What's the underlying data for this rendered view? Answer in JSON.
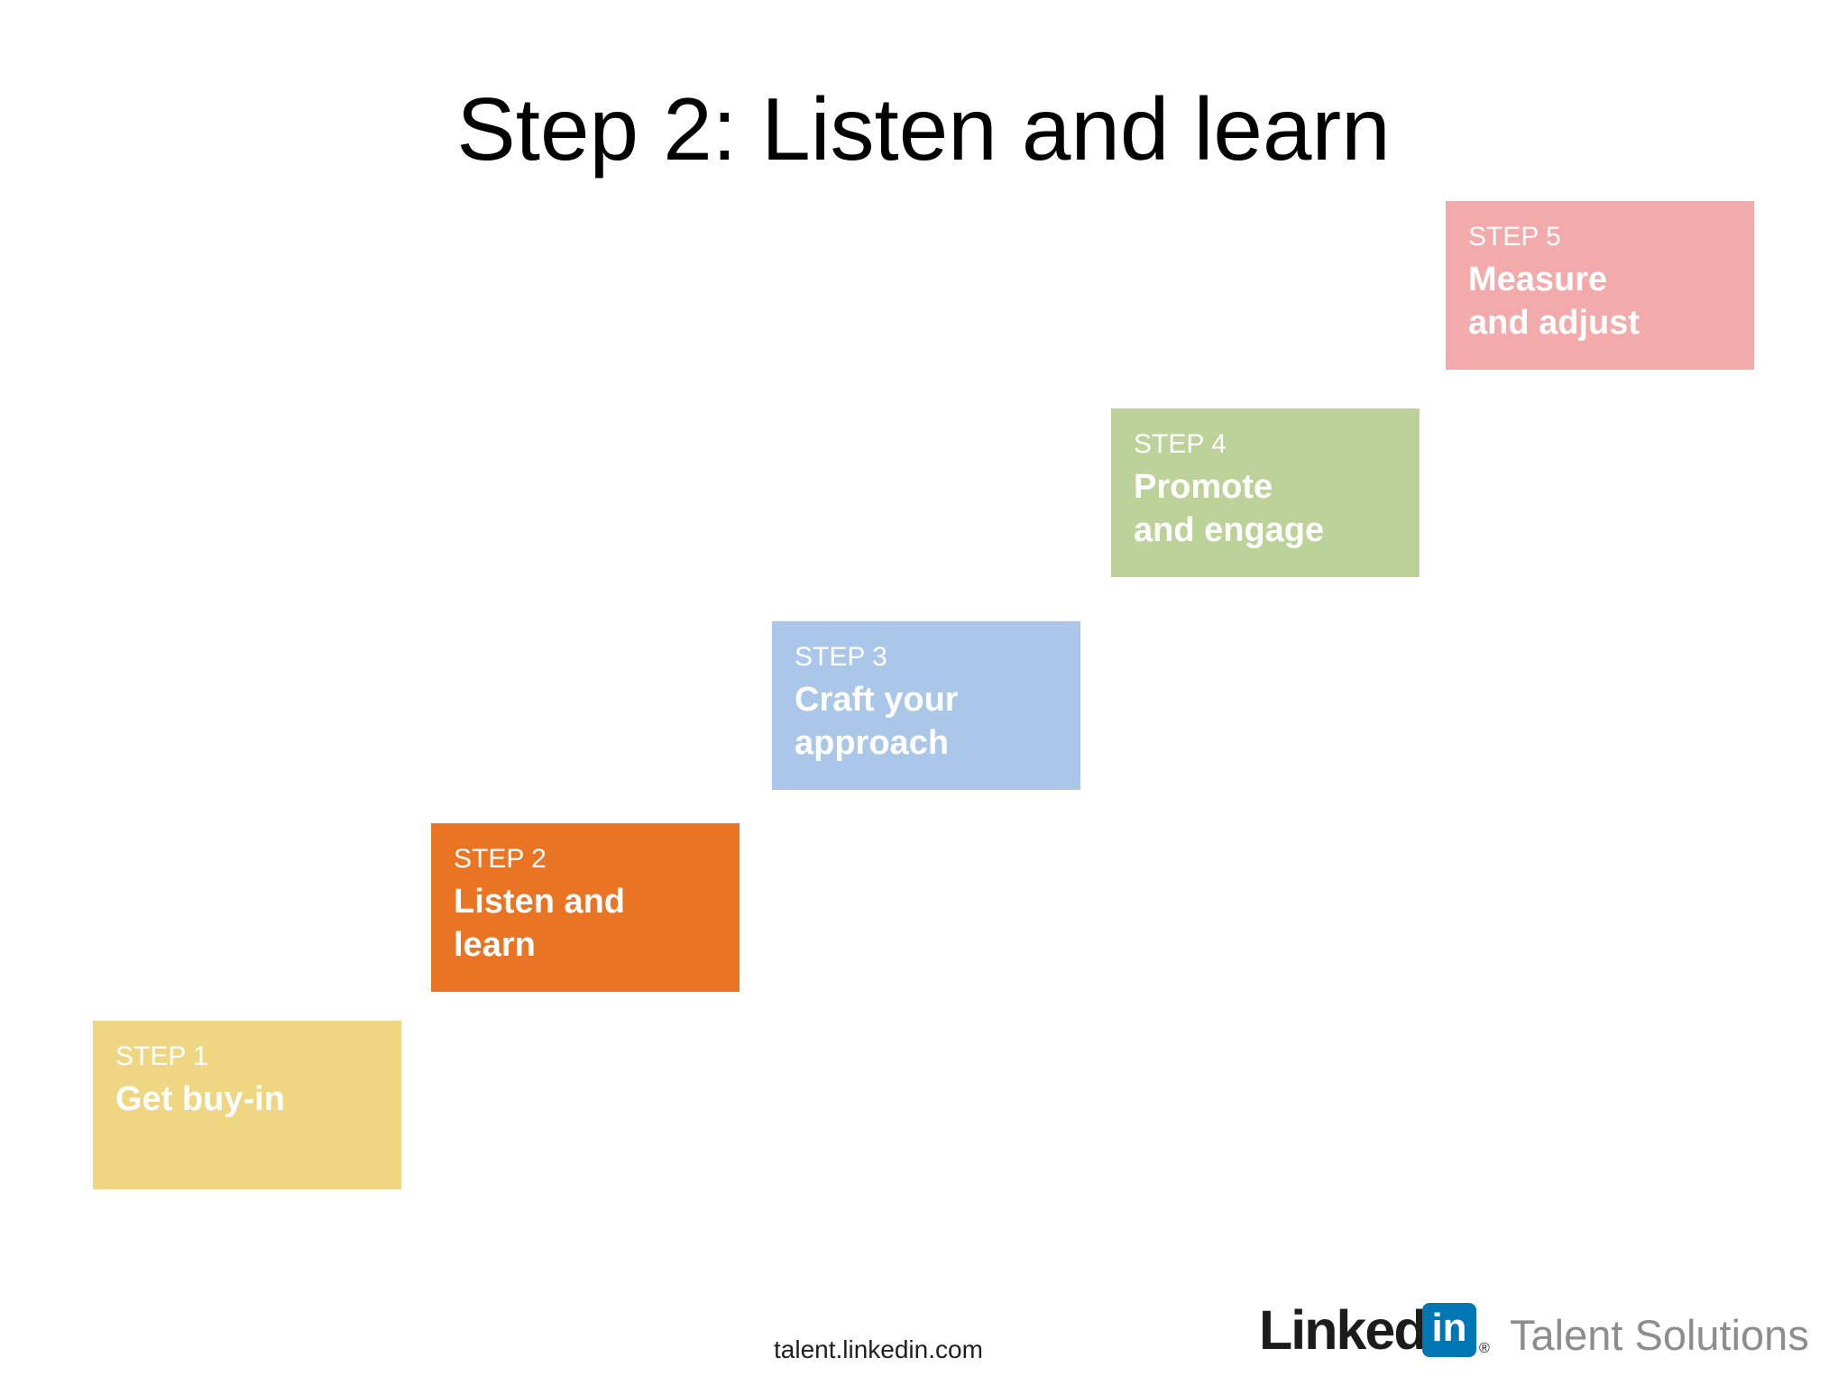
{
  "title": "Step 2: Listen and learn",
  "steps": [
    {
      "label": "STEP 1",
      "name": "Get buy-in",
      "color": "#EFD683"
    },
    {
      "label": "STEP 2",
      "name": "Listen and\nlearn",
      "color": "#E97524"
    },
    {
      "label": "STEP 3",
      "name": "Craft your\napproach",
      "color": "#AAC7E9"
    },
    {
      "label": "STEP 4",
      "name": "Promote\nand engage",
      "color": "#BCD298"
    },
    {
      "label": "STEP 5",
      "name": "Measure\nand adjust",
      "color": "#F2AAAA"
    }
  ],
  "footer": {
    "url": "talent.linkedin.com",
    "logo": {
      "wordmark": "Linked",
      "bug": "in",
      "registered": "®",
      "product": "Talent Solutions",
      "brand_blue": "#0077B5"
    }
  }
}
